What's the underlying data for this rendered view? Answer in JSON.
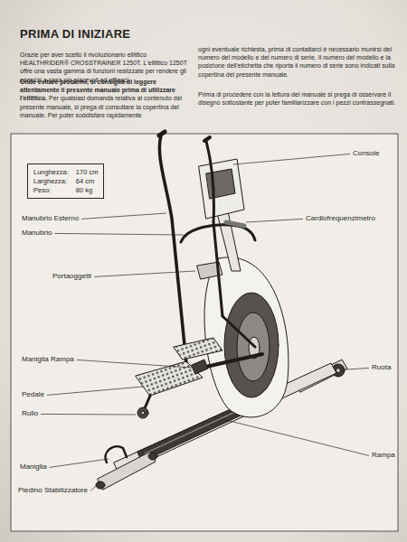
{
  "diagram": {
    "title": "PRIMA DI INIZIARE",
    "nodes": [
      {
        "text": [
          "Lunghezza:",
          "170 cm",
          "Larghezza:",
          "64 cm",
          "Peso:",
          "80 kg"
        ]
      }
    ],
    "labels": [
      "Grazie per aver scelto il rivoluzionario ellittico HEALTHRIDER® CROSSTRAINER 1250T. L'ellittico 1250T offre una vasta gamma di funzioni realizzate per rendere gli esercizi a casa più piacevoli ed efficaci.",
      "Onde evitare problemi, si consiglia di leggere attentamente il presente manuale prima di utilizzare l'ellittico.",
      "Per qualsiasi domanda relativa al contenuto del presente manuale, si prega di consultare la copertina del manuale. Per poter soddisfare rapidamente",
      "ogni eventuale richiesta, prima di contattarci è necessario munirsi del numero del modello e del numero di serie. Il numero del modello e la posizione dell'etichetta che riporta il numero di serie sono indicati sulla copertina del presente manuale.",
      "Prima di procedere con la lettura del manuale si prega di osservare il disegno sottostante per poter familiarizzare con i pezzi contrassegnati.",
      "Console",
      "Manubrio Esterno",
      "Cardiofrequenzimetro",
      "Manubrio",
      "Portaoggetti",
      "Maniglia Rampa",
      "Ruota",
      "Pedale",
      "Rullo",
      "Rampa",
      "Maniglia",
      "Piedino Stabilizzatore"
    ]
  }
}
